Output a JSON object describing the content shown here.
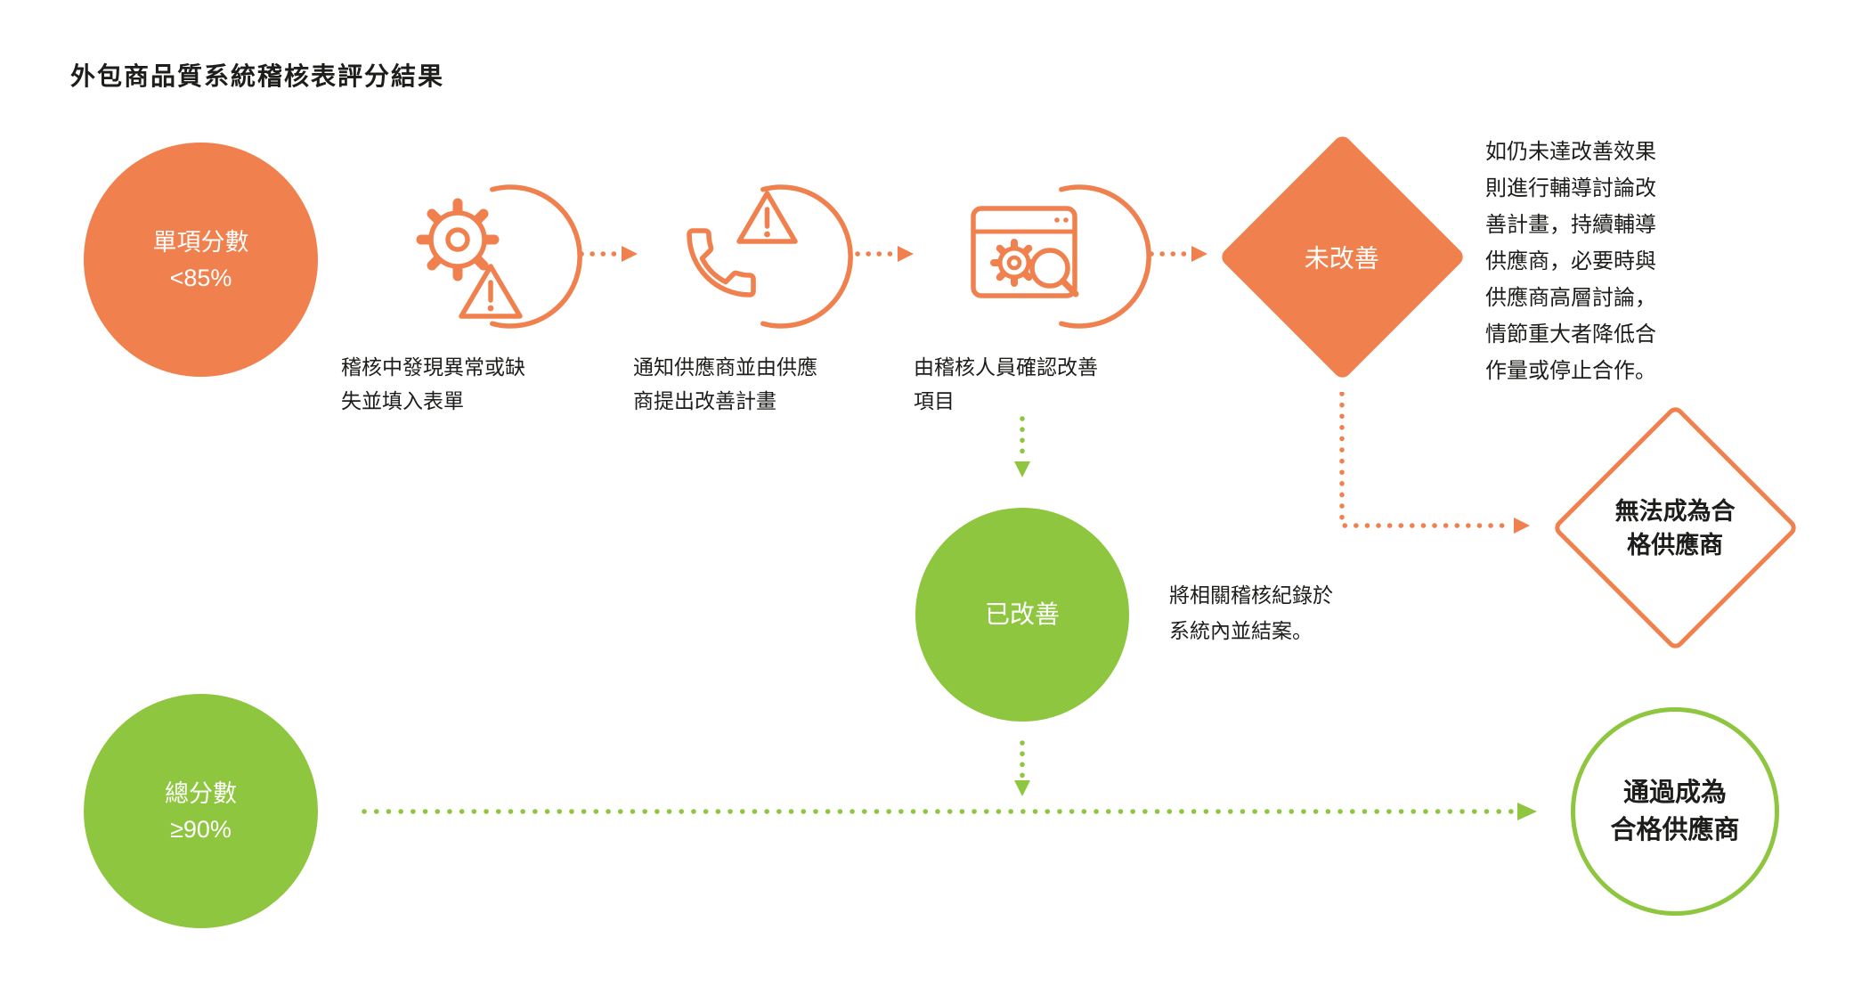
{
  "title": "外包商品質系統稽核表評分結果",
  "colors": {
    "orange": "#F0814E",
    "green": "#8EC63F",
    "ink": "#1D1D1B"
  },
  "nodes": {
    "single_score": {
      "line1": "單項分數",
      "line2": "<85%"
    },
    "total_score": {
      "line1": "總分數",
      "line2": "≥90%"
    },
    "not_improved": {
      "label": "未改善"
    },
    "improved": {
      "label": "已改善"
    },
    "disqualified": {
      "line1": "無法成為合",
      "line2": "格供應商"
    },
    "qualified": {
      "line1": "通過成為",
      "line2": "合格供應商"
    }
  },
  "steps": [
    {
      "icon": "gear-alert-icon",
      "caption": "稽核中發現異常或缺失並填入表單"
    },
    {
      "icon": "phone-alert-icon",
      "caption": "通知供應商並由供應商提出改善計畫"
    },
    {
      "icon": "browser-audit-icon",
      "caption": "由稽核人員確認改善項目"
    }
  ],
  "notes": {
    "not_improved": "如仍未達改善效果則進行輔導討論改善計畫，持續輔導供應商，必要時與供應商高層討論，情節重大者降低合作量或停止合作。",
    "improved": "將相關稽核紀錄於系統內並結案。"
  }
}
